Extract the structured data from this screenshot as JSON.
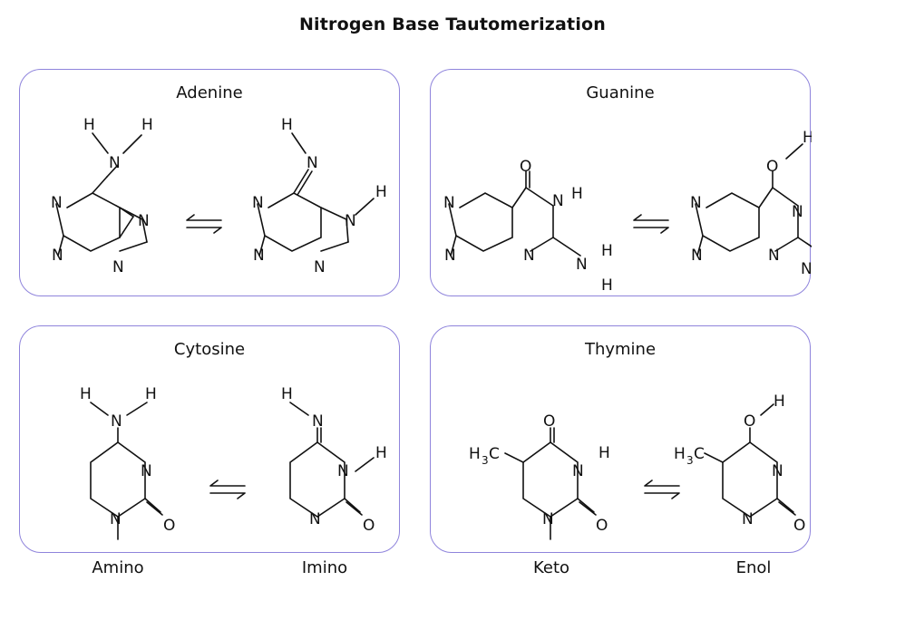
{
  "title": "Nitrogen Base Tautomerization",
  "colors": {
    "panel_border": "#8f84dc",
    "ink": "#111111"
  },
  "panels": [
    {
      "name": "Adenine",
      "captions": []
    },
    {
      "name": "Guanine",
      "captions": []
    },
    {
      "name": "Cytosine",
      "captions": [
        "Amino",
        "Imino"
      ]
    },
    {
      "name": "Thymine",
      "captions": [
        "Keto",
        "Enol"
      ]
    }
  ],
  "atoms": {
    "N": "N",
    "H": "H",
    "O": "O",
    "methyl": "H3C"
  },
  "equilibrium_icon": "equilibrium-arrows-icon"
}
